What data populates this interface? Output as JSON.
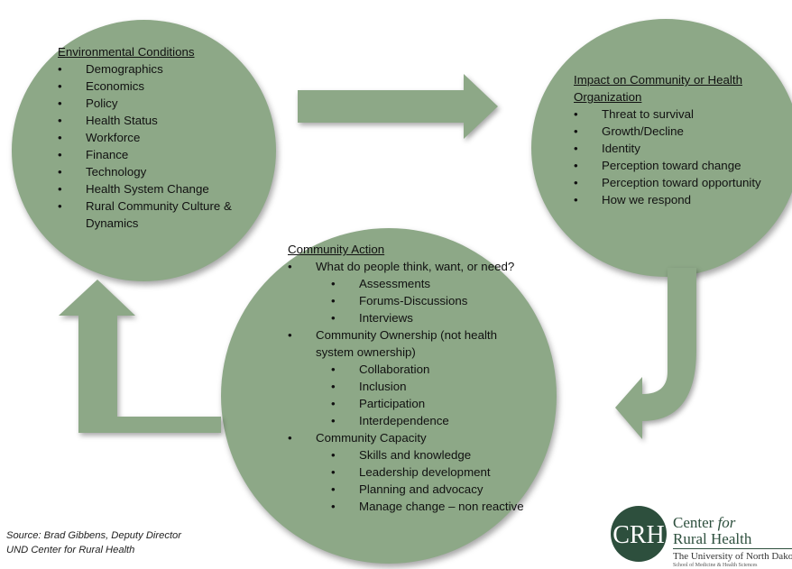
{
  "colors": {
    "circle_fill": "#8da887",
    "arrow_fill": "#8da887",
    "logo_green": "#2d4f3d"
  },
  "environmental_conditions": {
    "title": "Environmental Conditions",
    "items": [
      "Demographics",
      "Economics",
      "Policy",
      "Health Status",
      "Workforce",
      "Finance",
      "Technology",
      "Health System Change",
      "Rural Community Culture & Dynamics"
    ]
  },
  "impact": {
    "title": "Impact on Community or Health Organization",
    "items": [
      "Threat to survival",
      "Growth/Decline",
      "Identity",
      "Perception toward change",
      "Perception toward opportunity",
      "How we respond"
    ]
  },
  "community_action": {
    "title": "Community Action",
    "groups": [
      {
        "label": "What do people think, want, or need?",
        "items": [
          "Assessments",
          "Forums-Discussions",
          "Interviews"
        ]
      },
      {
        "label": "Community Ownership (not health system ownership)",
        "items": [
          "Collaboration",
          "Inclusion",
          "Participation",
          "Interdependence"
        ]
      },
      {
        "label": "Community Capacity",
        "items": [
          "Skills and knowledge",
          "Leadership development",
          "Planning and advocacy",
          "Manage change – non reactive"
        ]
      }
    ]
  },
  "source": {
    "line1": "Source: Brad Gibbens, Deputy Director",
    "line2": "UND Center for Rural Health"
  },
  "logo": {
    "mark_text": "CRH",
    "center": "Center",
    "for": "for",
    "rural_health": "Rural Health",
    "university": "The University of North Dako",
    "school": "School of Medicine & Health Sciences"
  }
}
